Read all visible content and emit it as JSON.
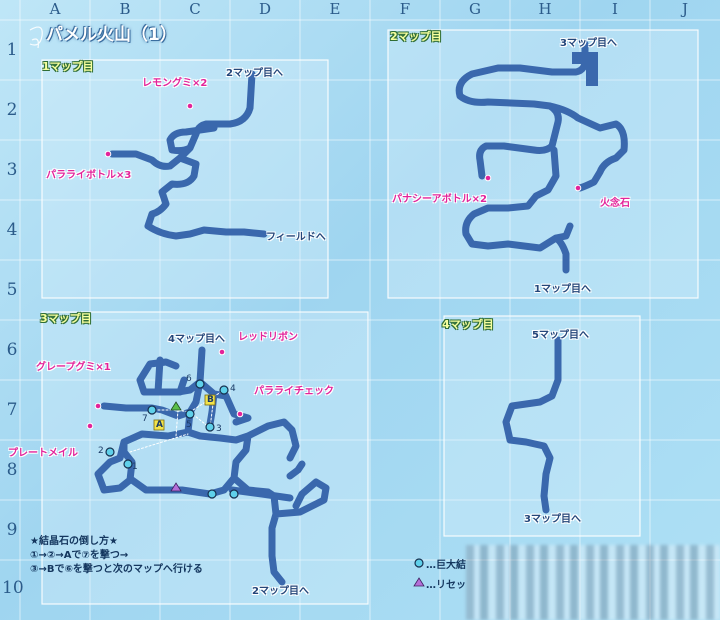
{
  "title": "パメル火山（1）",
  "grid": {
    "columns": [
      "A",
      "B",
      "C",
      "D",
      "E",
      "F",
      "G",
      "H",
      "I",
      "J"
    ],
    "rows": [
      "1",
      "2",
      "3",
      "4",
      "5",
      "6",
      "7",
      "8",
      "9",
      "10"
    ]
  },
  "sections": {
    "map1": "1マップ目",
    "map2": "2マップ目",
    "map3": "3マップ目",
    "map4": "4マップ目"
  },
  "items": {
    "lemon_gummy": "レモングミ×2",
    "paralyze_bottle": "パラライボトル×3",
    "panacea_bottle": "パナシーアボトル×2",
    "fire_stone": "火念石",
    "red_ribbon": "レッドリボン",
    "grape_gummy": "グレープグミ×1",
    "paralyze_check": "パラライチェック",
    "plate_mail": "プレートメイル"
  },
  "warps": {
    "m1_to_map2": "2マップ目へ",
    "m1_to_field": "フィールドへ",
    "m2_to_map3": "3マップ目へ",
    "m2_to_map1": "1マップ目へ",
    "m3_to_map4": "4マップ目へ",
    "m3_to_map2": "2マップ目へ",
    "m4_to_map5": "5マップ目へ",
    "m4_to_map3": "3マップ目へ"
  },
  "crystals": {
    "n1": "1",
    "n2": "2",
    "n3": "3",
    "n4": "4",
    "n5": "5",
    "n6": "6",
    "n7": "7",
    "a": "A",
    "b": "B"
  },
  "note": {
    "heading": "★結晶石の倒し方★",
    "line1": "①→②→Aで⑦を撃つ→",
    "line2": "③→Bで⑥を撃つと次のマップへ行ける"
  },
  "legend": {
    "crystal": "…巨大結",
    "reset": "…リセッ"
  },
  "colors": {
    "path": "#3a68ad",
    "item_marker": "#e3239a",
    "crystal": "#5fd0ea",
    "reset_marker": "#b46fd8",
    "label_green": "#f7ff9e"
  }
}
